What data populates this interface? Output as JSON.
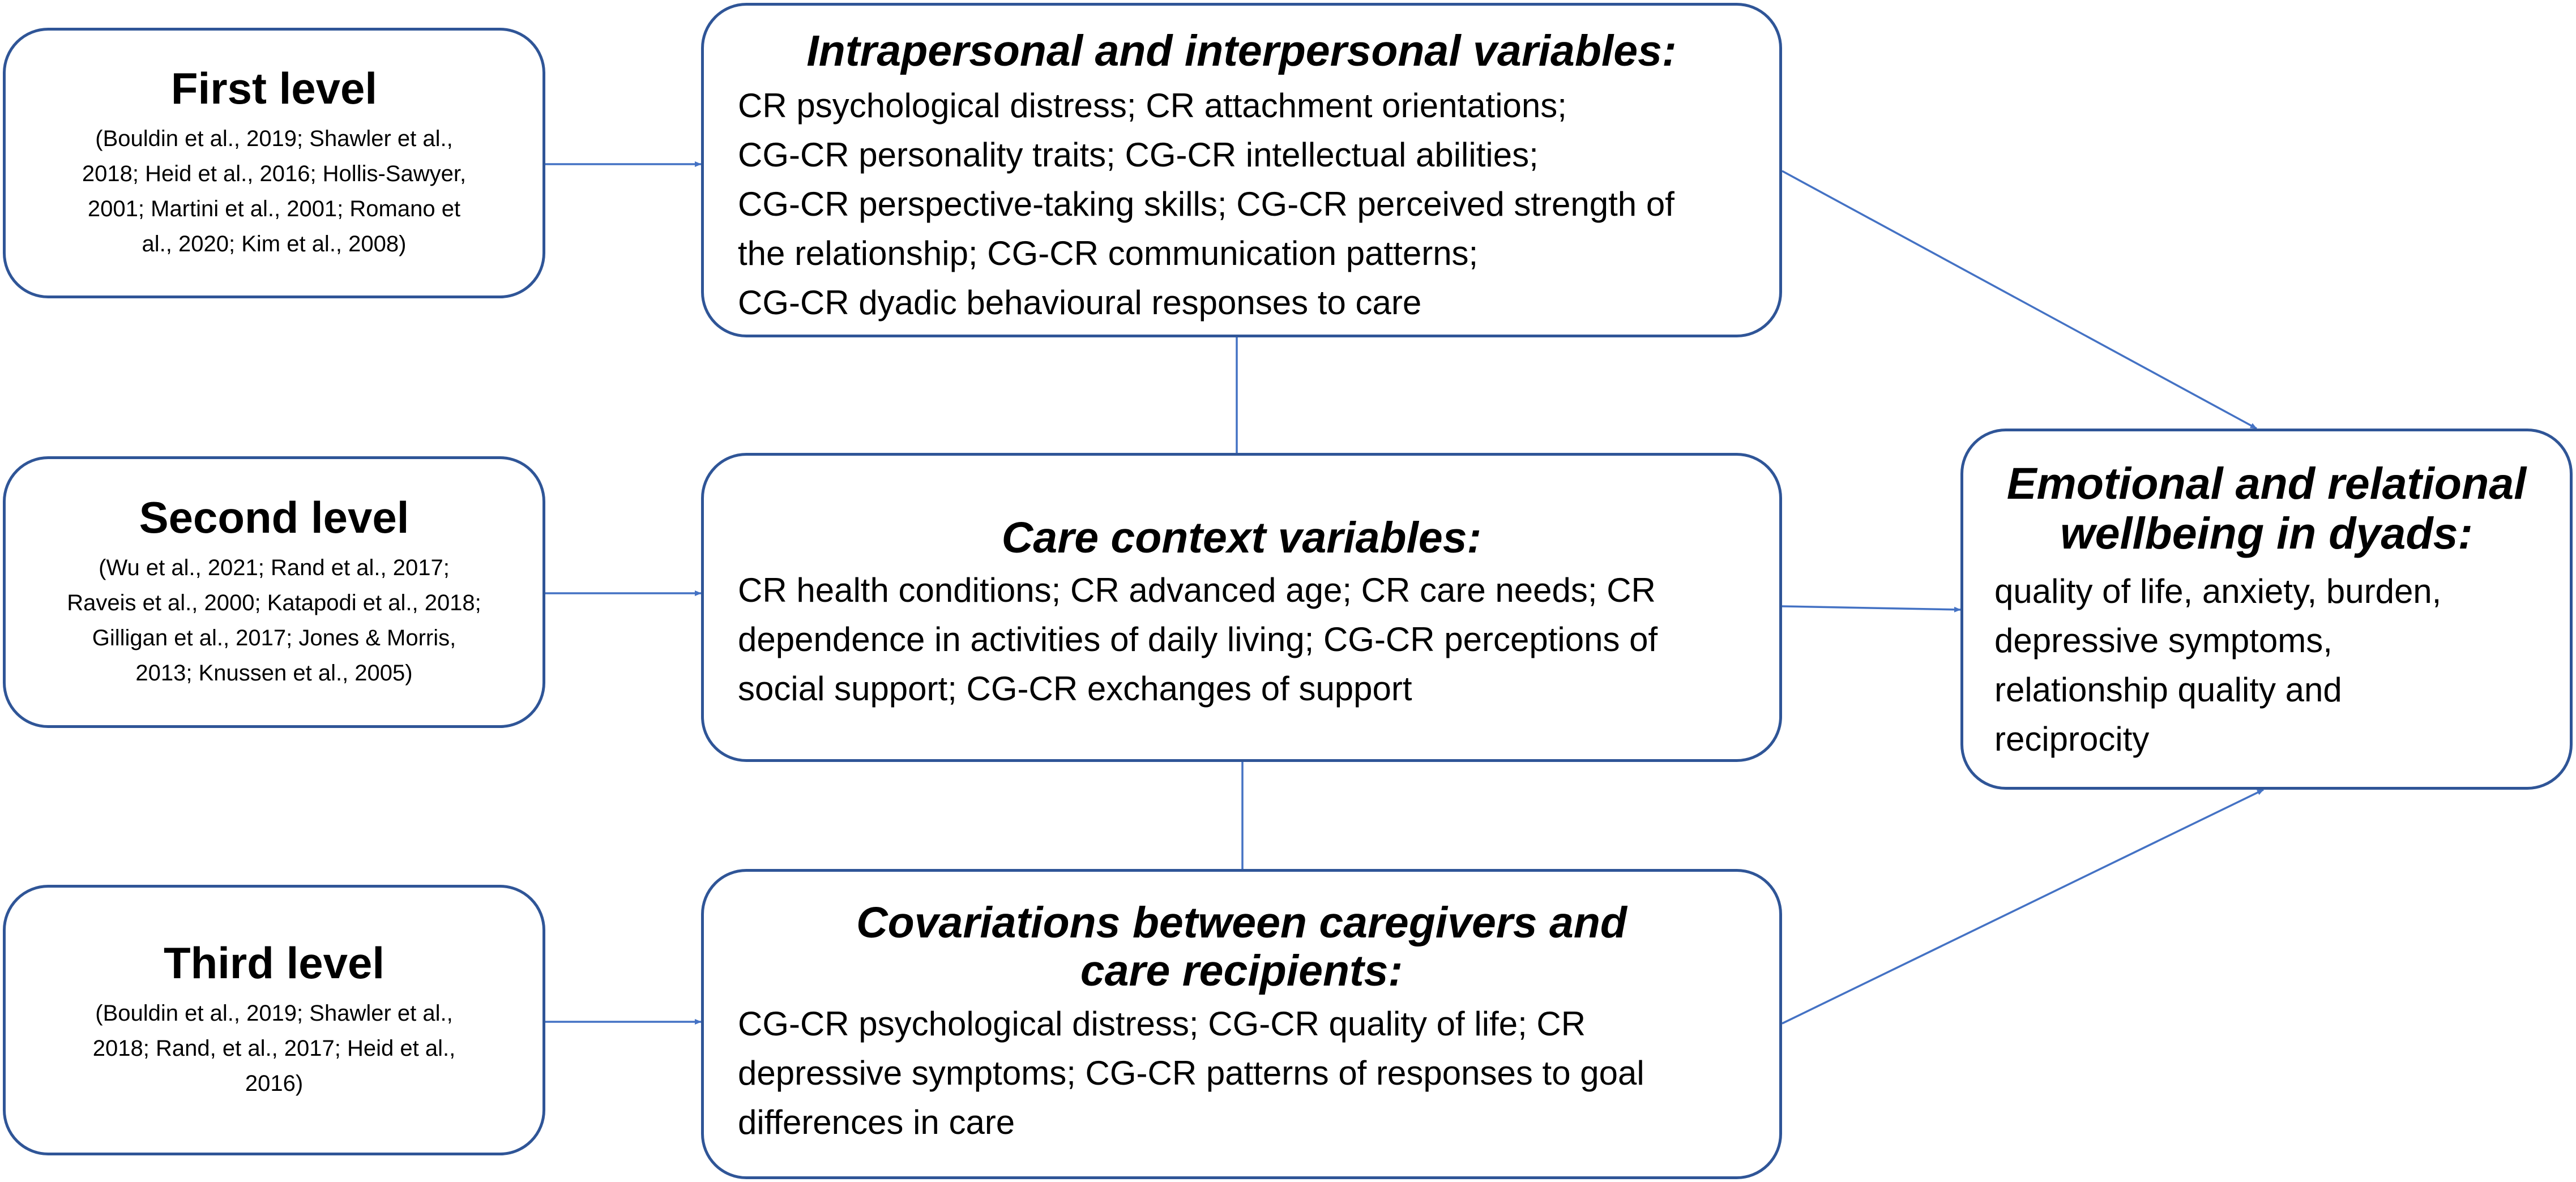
{
  "levels": {
    "first": {
      "title": "First level",
      "refs": [
        "(Bouldin et al., 2019; Shawler et al.,",
        "2018; Heid et al., 2016; Hollis-Sawyer,",
        "2001; Martini et al., 2001; Romano et",
        "al., 2020; Kim et al., 2008)"
      ]
    },
    "second": {
      "title": "Second level",
      "refs": [
        "(Wu et al., 2021; Rand et al., 2017;",
        "Raveis et al., 2000; Katapodi et al., 2018;",
        "Gilligan et al., 2017; Jones & Morris,",
        "2013; Knussen et al., 2005)"
      ]
    },
    "third": {
      "title": "Third level",
      "refs": [
        "(Bouldin et al., 2019; Shawler et al.,",
        "2018; Rand, et al., 2017; Heid et al.,",
        "2016)"
      ]
    }
  },
  "variables": {
    "intra": {
      "title": "Intrapersonal and interpersonal variables:",
      "lines": [
        "CR psychological distress; CR attachment orientations;",
        "CG-CR personality traits; CG-CR intellectual abilities;",
        "CG-CR perspective-taking skills; CG-CR perceived strength of",
        "the relationship; CG-CR communication patterns;",
        "CG-CR dyadic behavioural responses to care"
      ]
    },
    "context": {
      "title": "Care context variables:",
      "lines": [
        "CR health conditions; CR advanced age; CR care needs; CR",
        "dependence in activities of daily living; CG-CR perceptions of",
        "social support; CG-CR exchanges of support"
      ]
    },
    "covariations": {
      "title_lines": [
        "Covariations between caregivers and",
        "care recipients:"
      ],
      "lines": [
        "CG-CR psychological distress; CG-CR quality of life; CR",
        "depressive symptoms; CG-CR patterns of responses to goal",
        "differences in care"
      ]
    }
  },
  "outcome": {
    "title_lines": [
      "Emotional and relational",
      "wellbeing in dyads:"
    ],
    "lines": [
      "quality of life, anxiety, burden,",
      "depressive symptoms,",
      "relationship quality and",
      "reciprocity"
    ]
  },
  "colors": {
    "border": "#2f5597",
    "connector": "#4472c4"
  }
}
